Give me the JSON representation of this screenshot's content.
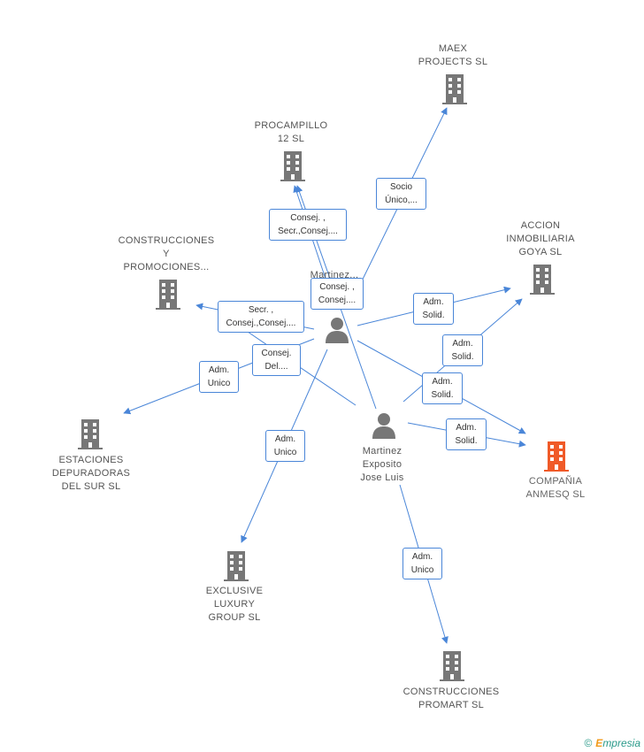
{
  "nodes": {
    "maex": {
      "lines": [
        "MAEX",
        "PROJECTS  SL"
      ]
    },
    "procampillo": {
      "lines": [
        "PROCAMPILLO",
        "12 SL"
      ]
    },
    "construcciones_y": {
      "lines": [
        "CONSTRUCCIONES",
        "Y",
        "PROMOCIONES..."
      ]
    },
    "accion": {
      "lines": [
        "ACCION",
        "INMOBILIARIA",
        "GOYA SL"
      ]
    },
    "estaciones": {
      "lines": [
        "ESTACIONES",
        "DEPURADORAS",
        "DEL SUR SL"
      ]
    },
    "compania": {
      "lines": [
        "COMPAÑIA",
        "ANMESQ SL"
      ]
    },
    "exclusive": {
      "lines": [
        "EXCLUSIVE",
        "LUXURY",
        "GROUP SL"
      ]
    },
    "promart": {
      "lines": [
        "CONSTRUCCIONES",
        "PROMART SL"
      ]
    },
    "person1": {
      "lines": [
        "Martinez..."
      ]
    },
    "person2": {
      "lines": [
        "Martinez",
        "Exposito",
        "Jose Luis"
      ]
    }
  },
  "edge_labels": {
    "socio_unico": [
      "Socio",
      "Único,..."
    ],
    "consej_procampillo": [
      "Consej. ,",
      "Secr.,Consej...."
    ],
    "consej_person1": [
      "Consej. ,",
      "Consej...."
    ],
    "secr_consej": [
      "Secr. ,",
      "Consej.,Consej...."
    ],
    "consej_del": [
      "Consej.",
      "Del...."
    ],
    "adm_unico_estaciones": [
      "Adm.",
      "Unico"
    ],
    "adm_solid_accion": [
      "Adm.",
      "Solid."
    ],
    "adm_solid_mid": [
      "Adm.",
      "Solid."
    ],
    "adm_solid_low": [
      "Adm.",
      "Solid."
    ],
    "adm_solid_compania": [
      "Adm.",
      "Solid."
    ],
    "adm_unico_exclusive": [
      "Adm.",
      "Unico"
    ],
    "adm_unico_promart": [
      "Adm.",
      "Unico"
    ]
  },
  "colors": {
    "edge": "#4a86d8",
    "company_icon": "#777777",
    "main_company_icon": "#f05a28",
    "person_icon": "#777777"
  },
  "footer": {
    "copyright": "©",
    "brand_initial": "E",
    "brand_rest": "mpresia"
  }
}
